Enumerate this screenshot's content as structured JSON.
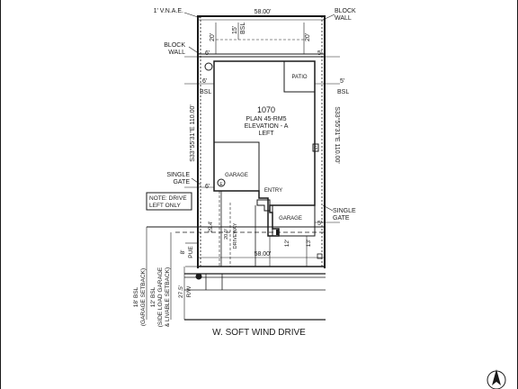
{
  "lot": {
    "number": "1070",
    "plan": "PLAN 45-RM5",
    "elevation": "ELEVATION - A",
    "handing": "LEFT"
  },
  "dimensions": {
    "lot_width_top": "58.00'",
    "lot_width_bottom": "58.00'",
    "left_bearing": "S33°55'31\"E 110.00'",
    "right_bearing": "S33°55'31\"E 110.00'",
    "rear_setback_left": "20'",
    "rear_setback_right": "20'",
    "rear_bsl": "15'",
    "rear_bsl_label": "BSL",
    "side_left": "6'",
    "side_right": "5'",
    "side_left_bsl": "6'",
    "side_right_bsl": "5'",
    "bsl_left_label": "BSL",
    "bsl_right_label": "BSL",
    "left_lower": "6'",
    "right_lower": "5'",
    "driveway_depth": "29.4'",
    "driveway_width": "20.0'",
    "garage_front": "12'",
    "front_13": "13'",
    "pue_dim": "8'",
    "pue_label": "PUE",
    "rw_dim": "27.5'",
    "rw_label": "R/W",
    "bsl_18": "18' BSL",
    "bsl_18_note": "(GARAGE SETBACK)",
    "bsl_12": "12' BSL",
    "bsl_12_note1": "(SIDE LOAD GARAGE",
    "bsl_12_note2": "& LIVABLE SETBACK)"
  },
  "labels": {
    "vnae": "1' V.N.A.E.",
    "block_wall_right_1": "BLOCK",
    "block_wall_right_2": "WALL",
    "block_wall_left_1": "BLOCK",
    "block_wall_left_2": "WALL",
    "patio": "PATIO",
    "garage_left": "GARAGE",
    "garage_right": "GARAGE",
    "entry": "ENTRY",
    "driveway": "DRIVEWAY",
    "single_gate_left_1": "SINGLE",
    "single_gate_left_2": "GATE",
    "single_gate_right_1": "SINGLE",
    "single_gate_right_2": "GATE",
    "note_1": "NOTE: DRIVE",
    "note_2": "LEFT ONLY",
    "street": "W. SOFT WIND DRIVE",
    "meter_e": "E",
    "meter_g": "G"
  }
}
